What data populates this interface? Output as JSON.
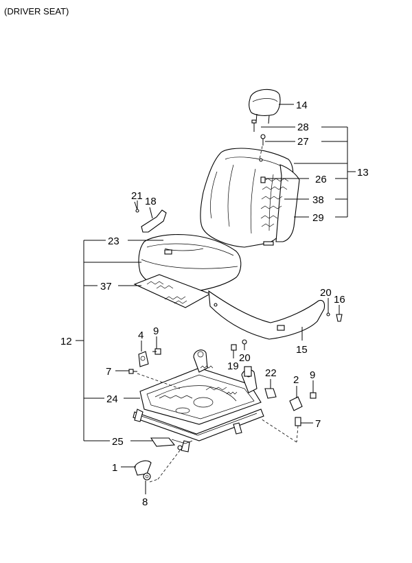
{
  "caption": "(DRIVER SEAT)",
  "callouts": {
    "c14": "14",
    "c28": "28",
    "c27": "27",
    "c13": "13",
    "c26": "26",
    "c38": "38",
    "c29": "29",
    "c21": "21",
    "c18": "18",
    "c23": "23",
    "c37": "37",
    "c20a": "20",
    "c16": "16",
    "c15": "15",
    "c4": "4",
    "c9a": "9",
    "c19": "19",
    "c20b": "20",
    "c12": "12",
    "c7a": "7",
    "c22": "22",
    "c2": "2",
    "c9b": "9",
    "c24": "24",
    "c7b": "7",
    "c25": "25",
    "c1": "1",
    "c8": "8"
  }
}
